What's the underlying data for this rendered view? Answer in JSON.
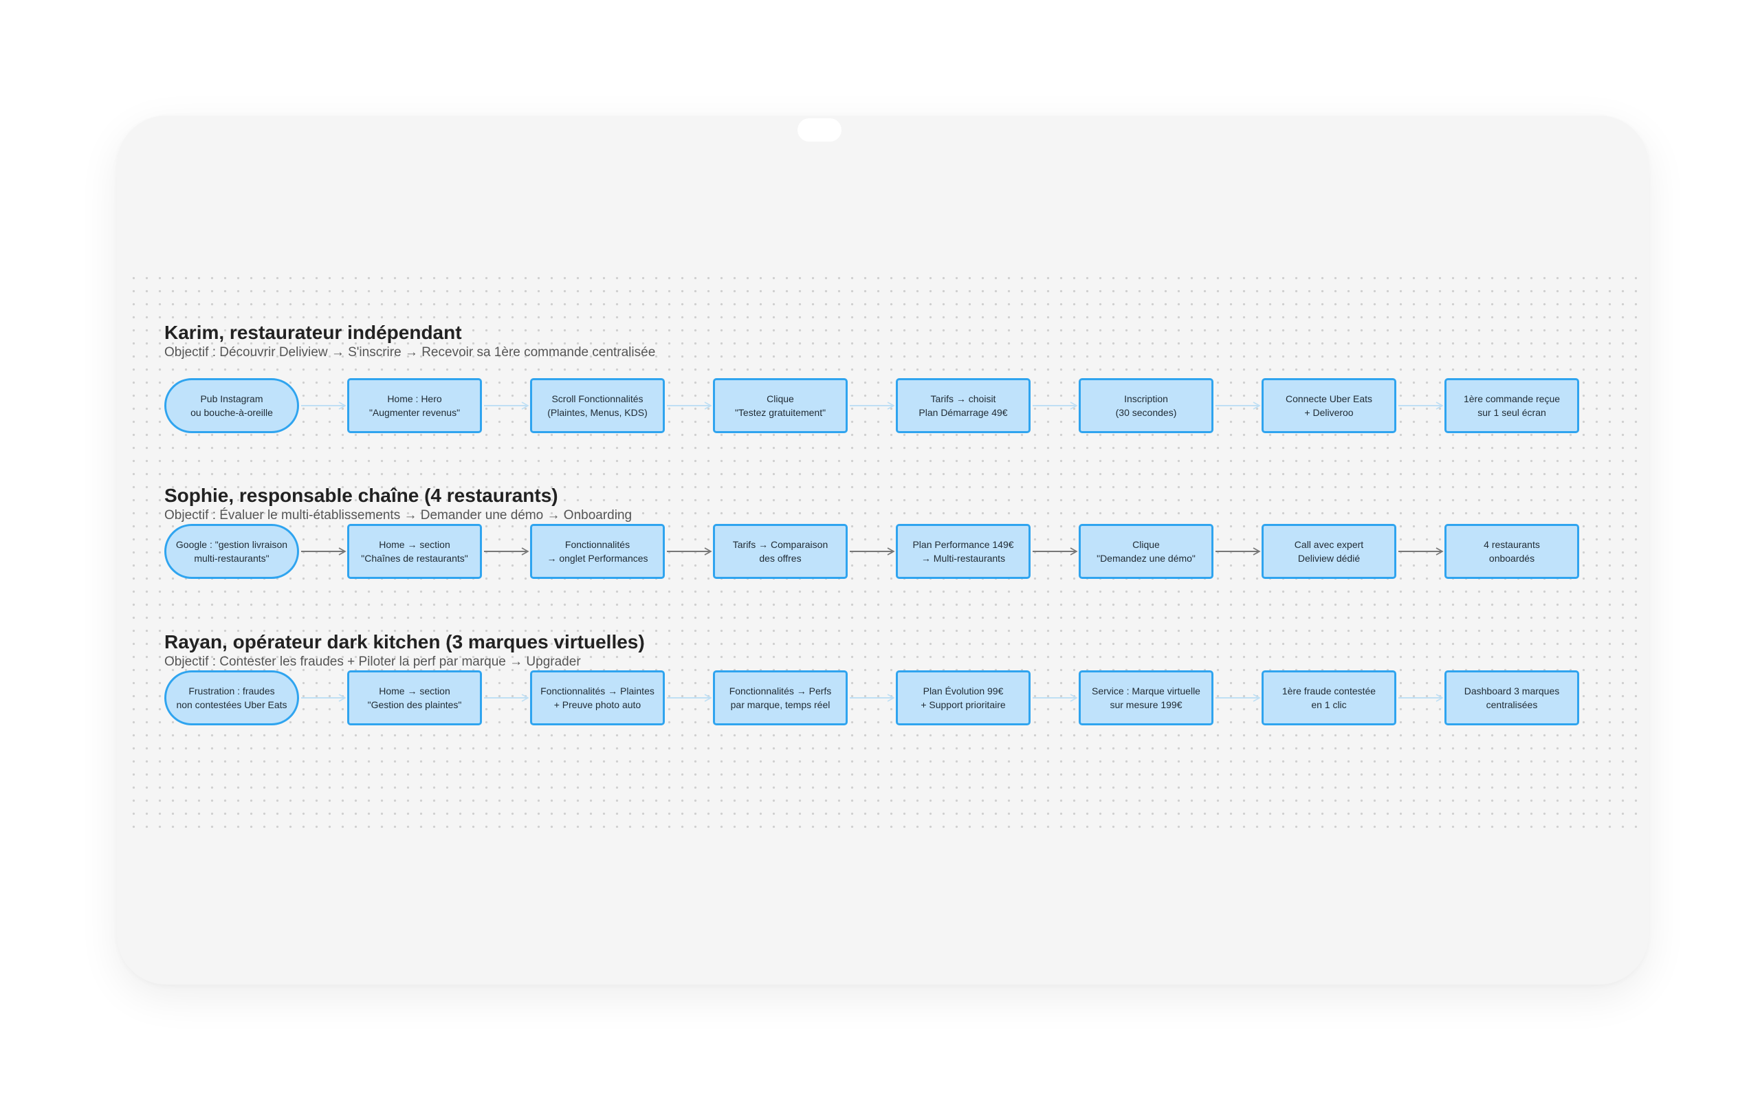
{
  "colors": {
    "node_fill": "#bfe2fb",
    "node_border": "#2fa4ef",
    "arrow_dark": "#777777",
    "arrow_light": "#bfdff4"
  },
  "journeys": [
    {
      "title": "Karim, restaurateur indépendant",
      "objective": "Objectif : Découvrir Deliview → S'inscrire → Recevoir sa 1ère commande centralisée",
      "arrow_style": "light",
      "steps": [
        "Pub Instagram\nou bouche-à-oreille",
        "Home : Hero\n\"Augmenter revenus\"",
        "Scroll Fonctionnalités\n(Plaintes, Menus, KDS)",
        "Clique\n\"Testez gratuitement\"",
        "Tarifs → choisit\nPlan Démarrage 49€",
        "Inscription\n(30 secondes)",
        "Connecte Uber Eats\n+ Deliveroo",
        "1ère commande reçue\nsur 1 seul écran"
      ]
    },
    {
      "title": "Sophie, responsable chaîne (4 restaurants)",
      "objective": "Objectif : Évaluer le multi-établissements → Demander une démo → Onboarding",
      "arrow_style": "dark",
      "steps": [
        "Google : \"gestion livraison\nmulti-restaurants\"",
        "Home → section\n\"Chaînes de restaurants\"",
        "Fonctionnalités\n→ onglet Performances",
        "Tarifs → Comparaison\ndes offres",
        "Plan Performance 149€\n→ Multi-restaurants",
        "Clique\n\"Demandez une démo\"",
        "Call avec expert\nDeliview dédié",
        "4 restaurants\nonboardés"
      ]
    },
    {
      "title": "Rayan, opérateur dark kitchen (3 marques virtuelles)",
      "objective": "Objectif : Contester les fraudes + Piloter la perf par marque → Upgrader",
      "arrow_style": "light",
      "steps": [
        "Frustration : fraudes\nnon contestées Uber Eats",
        "Home → section\n\"Gestion des plaintes\"",
        "Fonctionnalités → Plaintes\n+ Preuve photo auto",
        "Fonctionnalités → Perfs\npar marque, temps réel",
        "Plan Évolution 99€\n+ Support prioritaire",
        "Service : Marque virtuelle\nsur mesure 199€",
        "1ère fraude contestée\nen 1 clic",
        "Dashboard 3 marques\ncentralisées"
      ]
    }
  ]
}
